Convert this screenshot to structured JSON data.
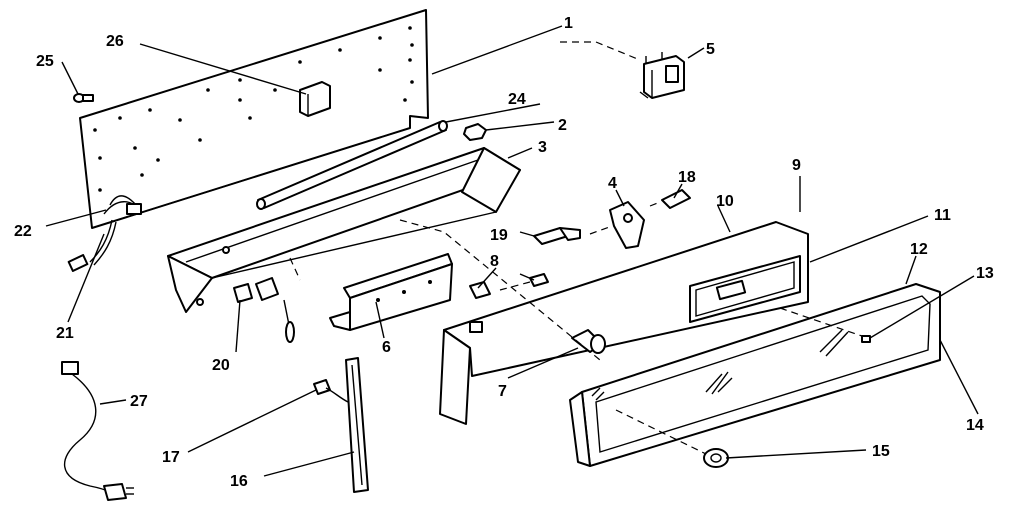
{
  "callouts": [
    "1",
    "2",
    "3",
    "4",
    "5",
    "6",
    "7",
    "8",
    "9",
    "10",
    "11",
    "12",
    "13",
    "14",
    "15",
    "16",
    "17",
    "18",
    "19",
    "20",
    "21",
    "22",
    "24",
    "25",
    "26",
    "27"
  ]
}
